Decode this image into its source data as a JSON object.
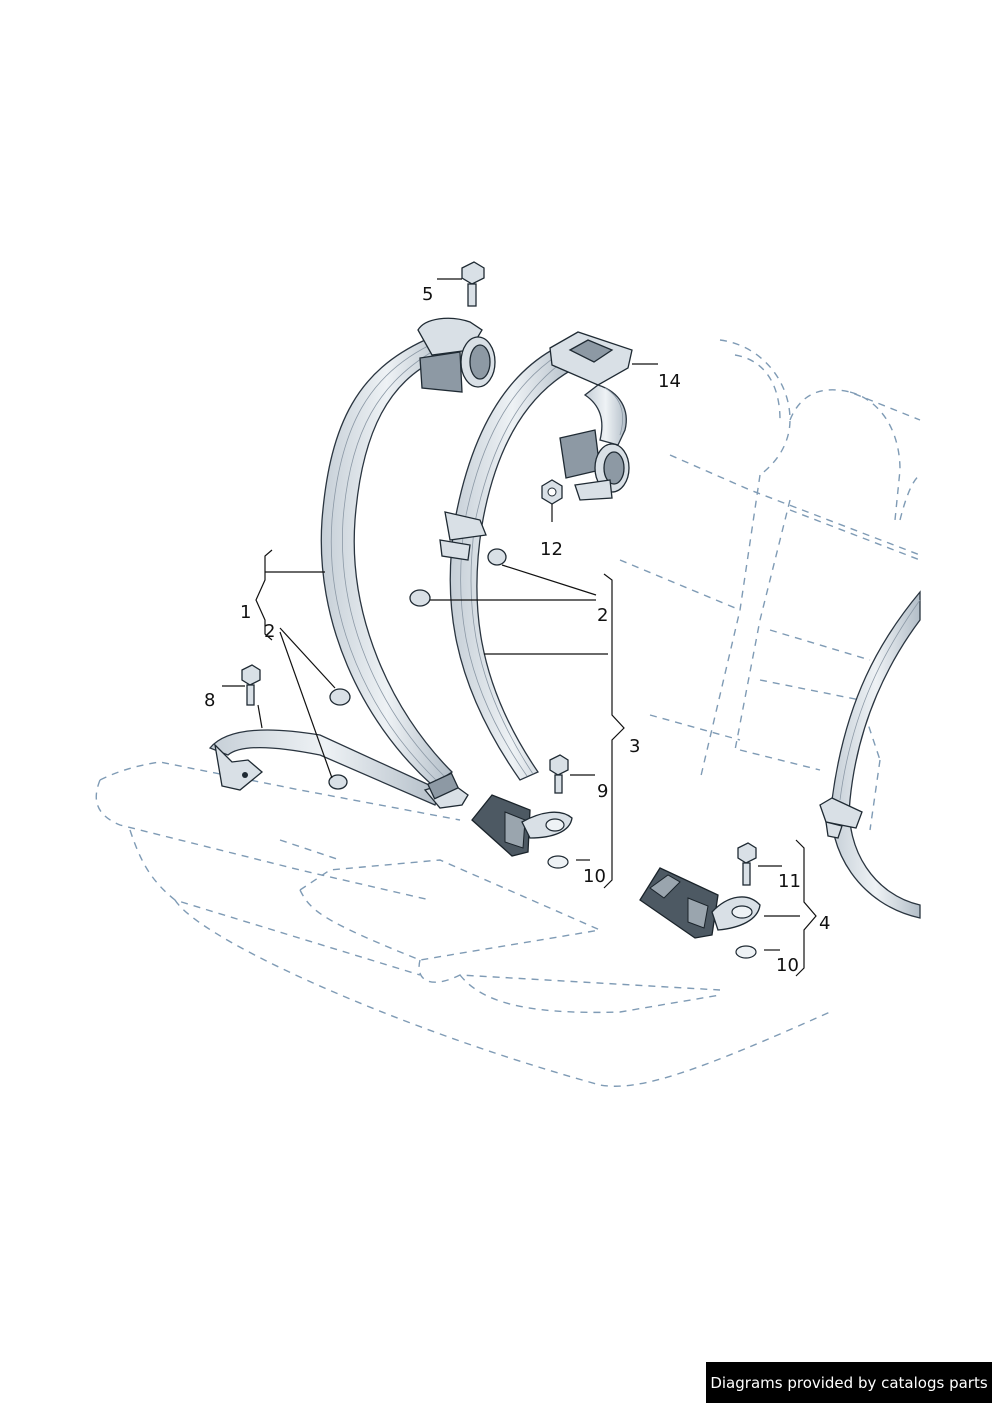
{
  "diagram": {
    "callouts": {
      "c5": "5",
      "c14": "14",
      "c12": "12",
      "c1": "1",
      "c2a": "2",
      "c2b": "2",
      "c8": "8",
      "c3": "3",
      "c9": "9",
      "c10a": "10",
      "c11": "11",
      "c4": "4",
      "c10b": "10"
    }
  },
  "footer": {
    "text": "Diagrams provided by catalogs parts"
  },
  "colors": {
    "seat_outline": "#7f9bb5",
    "part_fill": "#d9e0e6",
    "buckle": "#4d5963",
    "footer_bg": "#000000"
  }
}
